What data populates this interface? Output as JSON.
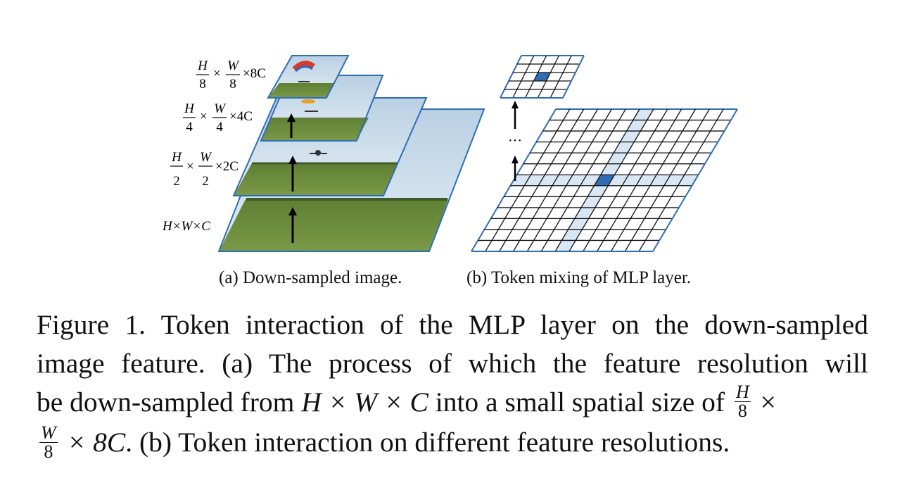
{
  "figure": {
    "panel_a": {
      "layer_labels": [
        {
          "num1": "H",
          "den1": "8",
          "num2": "W",
          "den2": "8",
          "tail": "×8C"
        },
        {
          "num1": "H",
          "den1": "4",
          "num2": "W",
          "den2": "4",
          "tail": "×4C"
        },
        {
          "num1": "H",
          "den1": "2",
          "num2": "W",
          "den2": "2",
          "tail": "×2C"
        },
        {
          "text": "H×W×C"
        }
      ],
      "subcaption": "(a) Down-sampled image."
    },
    "panel_b": {
      "ellipsis": "···",
      "subcaption": "(b) Token mixing of MLP layer."
    },
    "colors": {
      "border": "#2f6db5",
      "highlight": "#d9e7f5",
      "center": "#2f6db5",
      "sky": "#c9dcea",
      "grass": "#6a8a3c"
    }
  },
  "caption": {
    "line1": "Figure 1. Token interaction of the MLP layer on the down-sampled",
    "line2": "image feature. (a) The process of which the feature resolution will",
    "line3_a": "be down-sampled from ",
    "line3_math": "H × W × C",
    "line3_b": " into a small spatial size of ",
    "frac_num": "H",
    "frac_den": "8",
    "line3_c": " ×",
    "line4_frac_num": "W",
    "line4_frac_den": "8",
    "line4_math": " × 8C",
    "line4_b": ". (b) Token interaction on different feature resolutions."
  }
}
